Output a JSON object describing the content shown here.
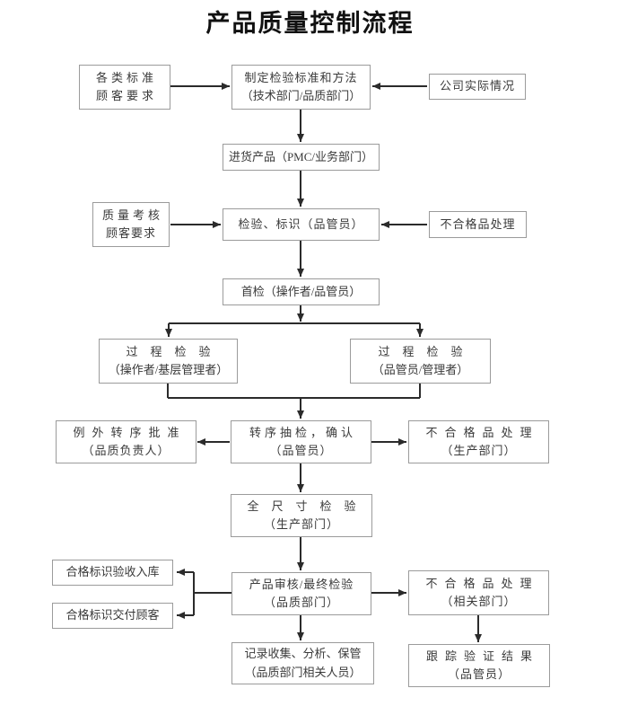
{
  "title": "产品质量控制流程",
  "colors": {
    "line": "#2b2b2b",
    "box_border": "#9b9b9b",
    "text": "#3a3a3a"
  },
  "nodes": {
    "standards": {
      "line1": "各类标准",
      "line2": "顾客要求"
    },
    "establish": {
      "line1": "制定检验标准和方法",
      "line2": "（技术部门/品质部门）"
    },
    "company": {
      "line1": "公司实际情况"
    },
    "incoming": {
      "line1": "进货产品（PMC/业务部门）"
    },
    "assessment": {
      "line1": "质量考核",
      "line2": "顾客要求"
    },
    "inspection_marking": {
      "line1": "检验、标识（品管员）"
    },
    "nonconforming_1": {
      "line1": "不合格品处理"
    },
    "first_inspection": {
      "line1": "首检（操作者/品管员）"
    },
    "process_insp_left": {
      "line1": "过程检验",
      "line2": "（操作者/基层管理者）"
    },
    "process_insp_right": {
      "line1": "过程检验",
      "line2": "（品管员/管理者）"
    },
    "exception_approval": {
      "line1": "例外转序批准",
      "line2": "（品质负责人）"
    },
    "transfer_sampling": {
      "line1": "转序抽检，确认",
      "line2": "（品管员）"
    },
    "nonconforming_2": {
      "line1": "不合格品处理",
      "line2": "（生产部门）"
    },
    "full_dimension": {
      "line1": "全尺寸检验",
      "line2": "（生产部门）"
    },
    "qualified_storage": {
      "line1": "合格标识验收入库"
    },
    "qualified_delivery": {
      "line1": "合格标识交付顾客"
    },
    "product_audit": {
      "line1": "产品审核/最终检验",
      "line2": "（品质部门）"
    },
    "nonconforming_3": {
      "line1": "不合格品处理",
      "line2": "（相关部门）"
    },
    "records": {
      "line1": "记录收集、分析、保管",
      "line2": "（品质部门相关人员）"
    },
    "tracking": {
      "line1": "跟踪验证结果",
      "line2": "（品管员）"
    }
  }
}
